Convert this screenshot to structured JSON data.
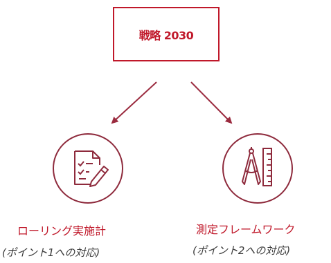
{
  "root": {
    "title": "戦略 2030"
  },
  "nodes": [
    {
      "label": "ローリング実施計",
      "sublabel": "(ポイント1への対応)",
      "icon": "checklist-pencil-icon"
    },
    {
      "label": "測定フレームワーク",
      "sublabel": "(ポイント2への対応)",
      "icon": "compass-ruler-icon"
    }
  ],
  "colors": {
    "accent": "#c0182a",
    "arrow": "#9b2b3f",
    "icon": "#8e2a3c",
    "subtext": "#3b3b3b"
  }
}
